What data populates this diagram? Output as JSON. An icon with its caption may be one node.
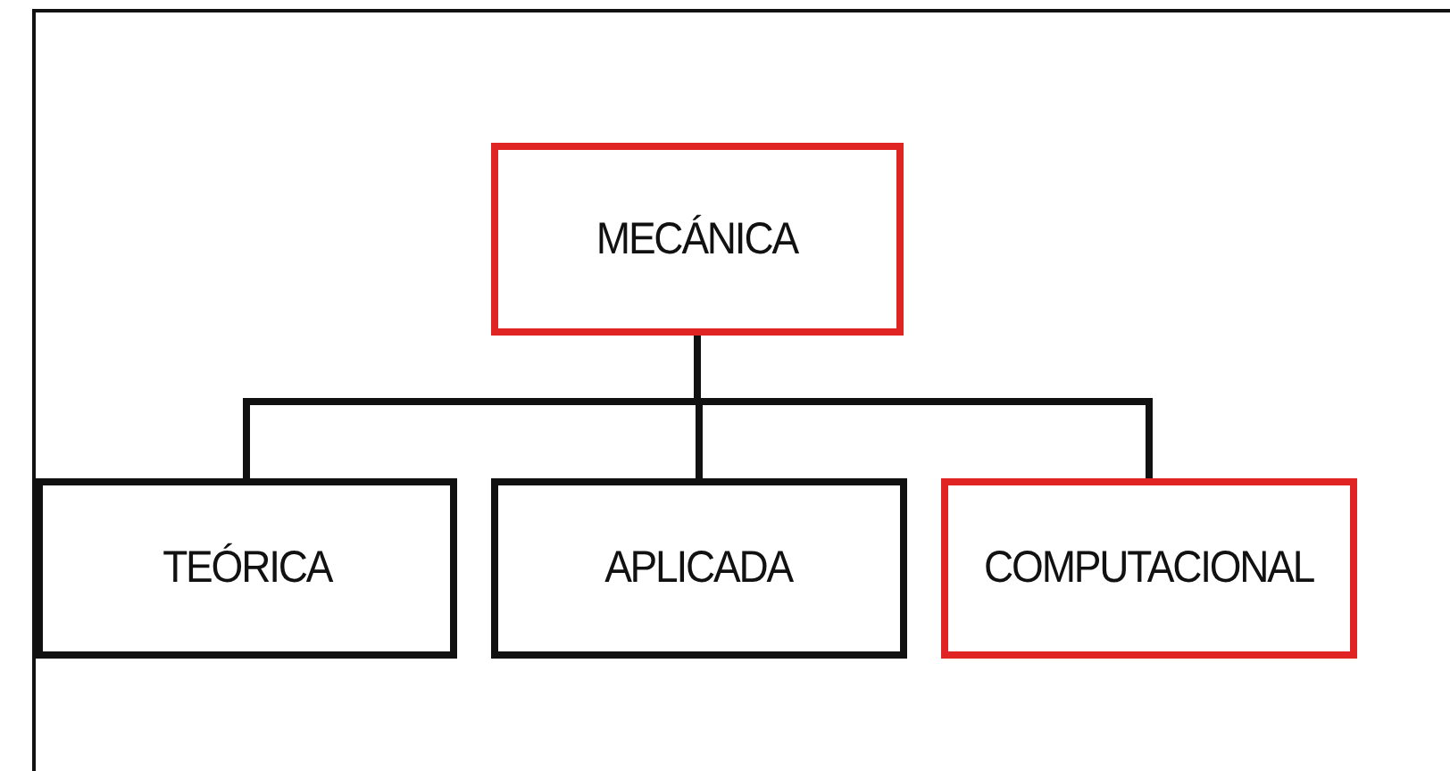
{
  "diagram": {
    "nodes": [
      {
        "text": [
          "MECÁNICA"
        ]
      },
      {
        "text": [
          "TEÓRICA"
        ]
      },
      {
        "text": [
          "APLICADA"
        ]
      },
      {
        "text": [
          "COMPUTACIONAL"
        ]
      }
    ],
    "edges": [
      {
        "from": 0,
        "to": 1,
        "arrow": "none"
      },
      {
        "from": 0,
        "to": 2,
        "arrow": "none"
      },
      {
        "from": 0,
        "to": 3,
        "arrow": "none"
      }
    ]
  }
}
